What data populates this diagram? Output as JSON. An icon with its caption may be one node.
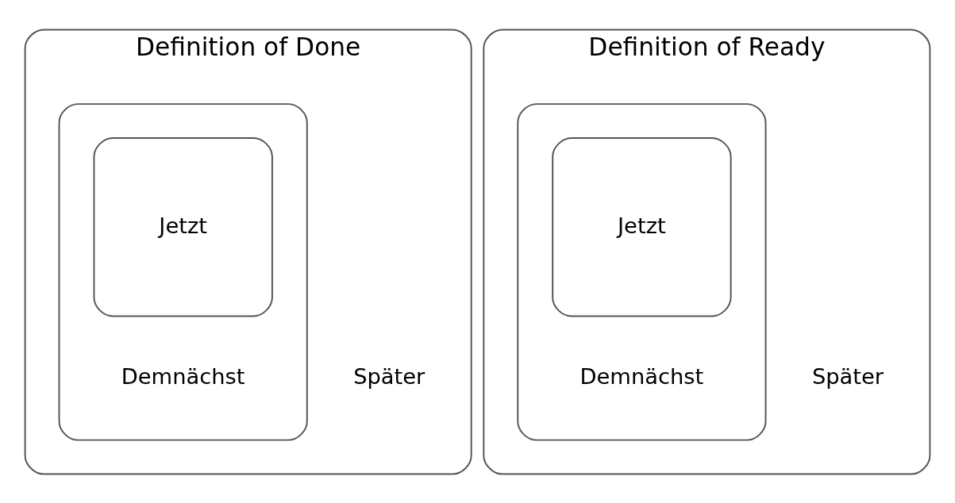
{
  "diagram": {
    "nodes": [
      {
        "text": [
          "Definition of Done",
          "Später"
        ]
      },
      {
        "text": [
          "Demnächst"
        ],
        "in": 0
      },
      {
        "text": [
          "Jetzt"
        ],
        "in": 1
      },
      {
        "text": [
          "Definition of Ready",
          "Später"
        ]
      },
      {
        "text": [
          "Demnächst"
        ],
        "in": 3
      },
      {
        "text": [
          "Jetzt"
        ],
        "in": 4
      }
    ]
  }
}
